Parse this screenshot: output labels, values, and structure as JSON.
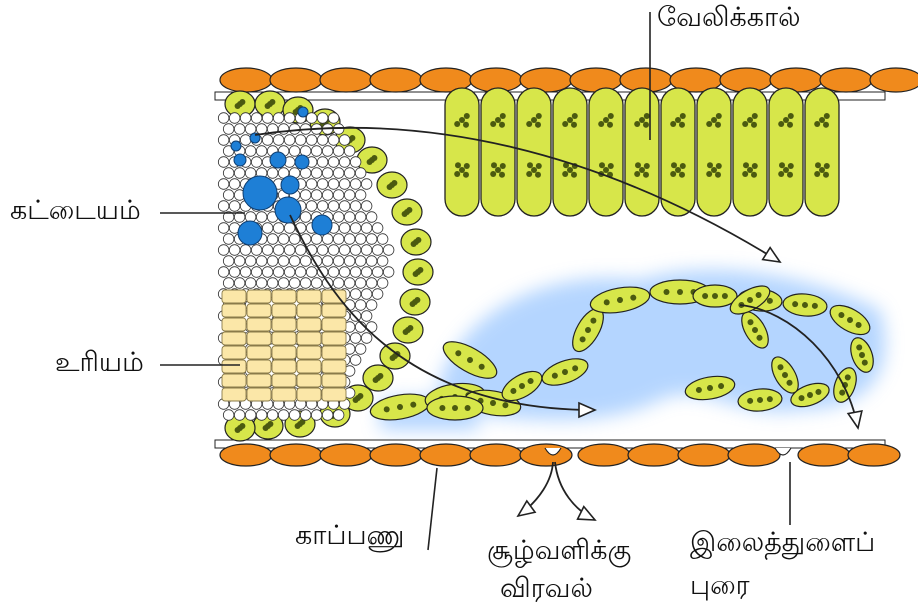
{
  "labels": {
    "palisade": "வேலிக்கால்",
    "bundle_sheath": "கட்டையம்",
    "xylem": "உரியம்",
    "epidermis": "காப்பணு",
    "diffusion_line1": "சூழ்வளிக்கு",
    "diffusion_line2": "விரவல்",
    "stomata_line1": "இலைத்துளைப்",
    "stomata_line2": "புரை"
  },
  "colors": {
    "epidermis": "#f08a1c",
    "chloroplast_cell": "#d7e64a",
    "chloroplast_dot": "#4b5a10",
    "starch_blue": "#1e7fd6",
    "xylem_cell": "#fbe7a8",
    "air_glow": "#7fb8ff",
    "outline": "#222222"
  }
}
